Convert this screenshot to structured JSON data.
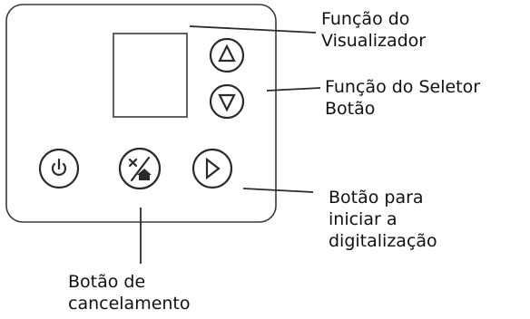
{
  "labels": {
    "display_function": [
      "Função do",
      "Visualizador"
    ],
    "selector_button": [
      "Função do Seletor",
      "Botão"
    ],
    "start_scan_button": [
      "Botão para",
      "iniciar a",
      "digitalização"
    ],
    "cancel_button": [
      "Botão de",
      "cancelamento"
    ]
  },
  "icons": {
    "power": "power-icon",
    "cancel": "cancel-home-icon",
    "start": "play-triangle-icon",
    "up": "triangle-up-icon",
    "down": "triangle-down-icon"
  },
  "colors": {
    "outline": "#2a2a2a",
    "background": "#ffffff",
    "text": "#111111"
  }
}
